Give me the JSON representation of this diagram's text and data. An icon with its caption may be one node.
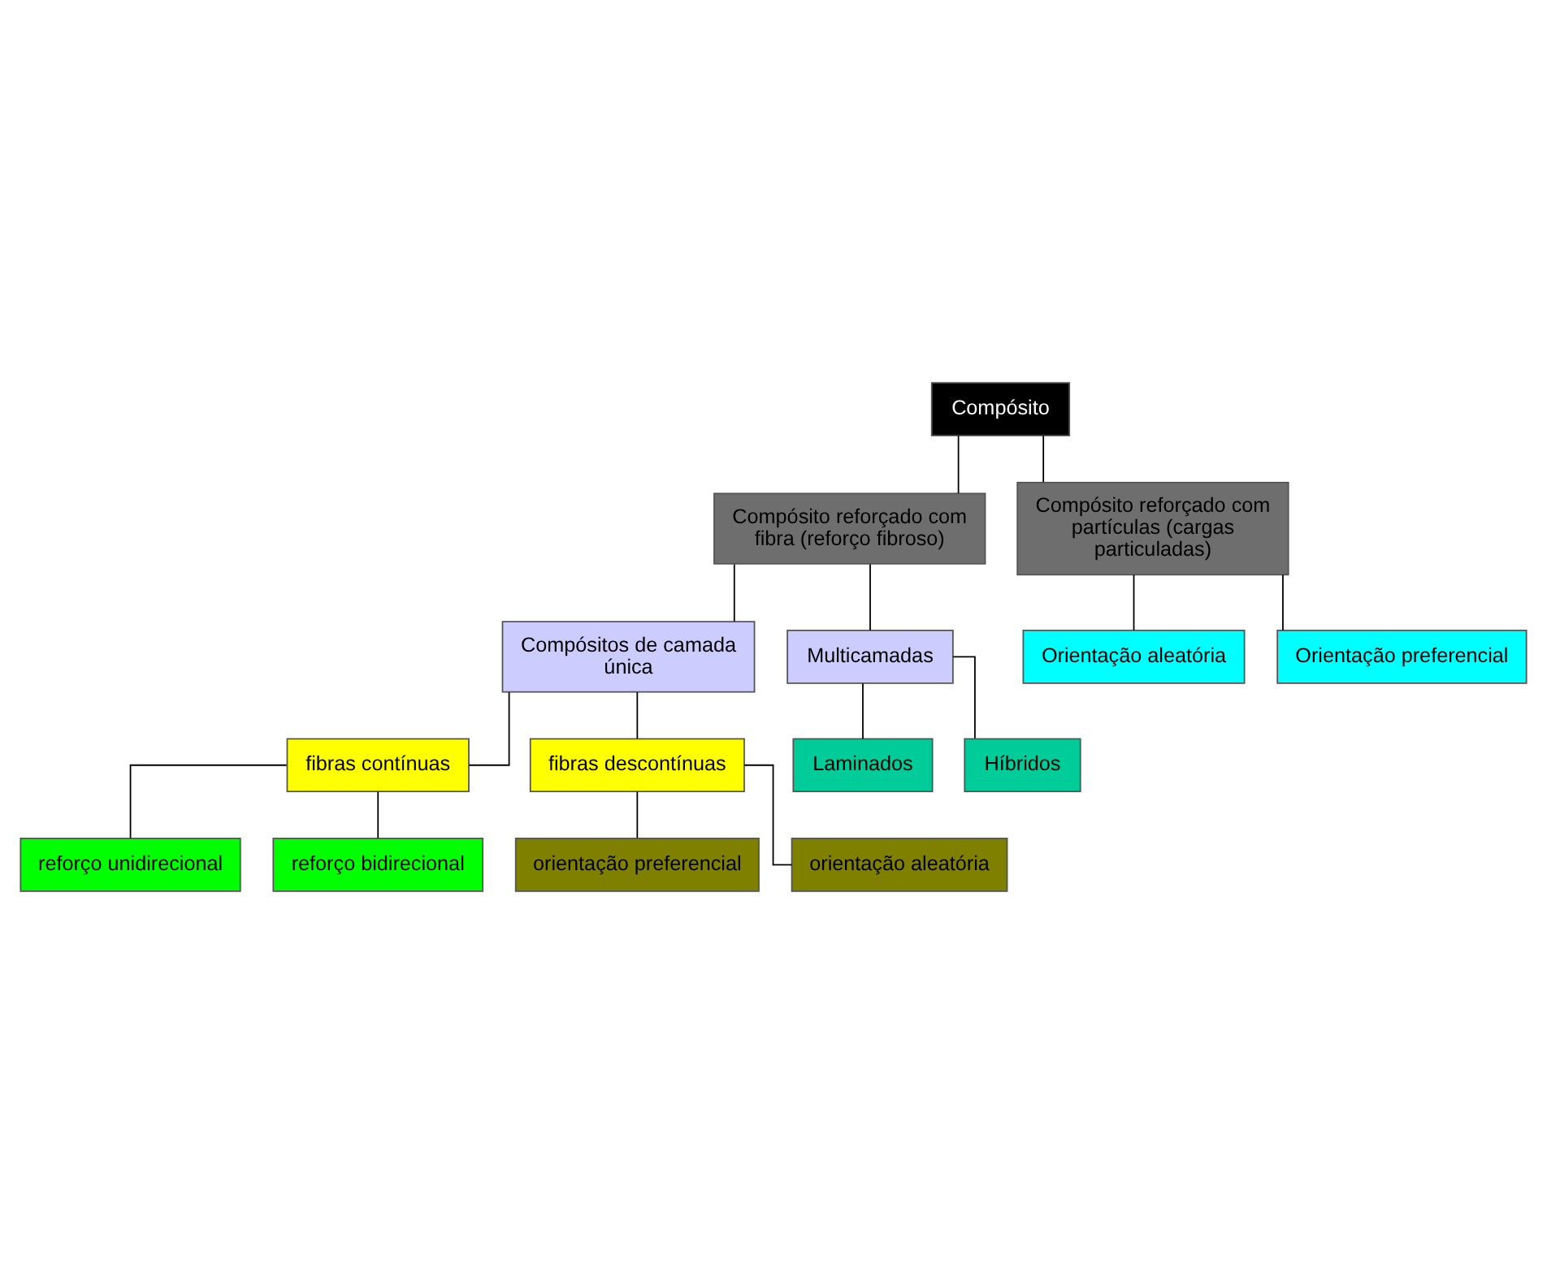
{
  "diagram": {
    "nodes": [
      {
        "text": [
          "Compósito"
        ]
      },
      {
        "text": [
          "Compósito reforçado com fibra (reforço fibroso)"
        ]
      },
      {
        "text": [
          "Compósito reforçado com partículas (cargas particuladas)"
        ]
      },
      {
        "text": [
          "Compósitos de camada única"
        ]
      },
      {
        "text": [
          "Multicamadas"
        ]
      },
      {
        "text": [
          "Orientação aleatória"
        ]
      },
      {
        "text": [
          "Orientação preferencial"
        ]
      },
      {
        "text": [
          "fibras contínuas"
        ]
      },
      {
        "text": [
          "fibras descontínuas"
        ]
      },
      {
        "text": [
          "Laminados"
        ]
      },
      {
        "text": [
          "Híbridos"
        ]
      },
      {
        "text": [
          "reforço unidirecional"
        ]
      },
      {
        "text": [
          "reforço bidirecional"
        ]
      },
      {
        "text": [
          "orientação preferencial"
        ]
      },
      {
        "text": [
          "orientação aleatória"
        ]
      }
    ],
    "edges": [
      {
        "from": 0,
        "to": 1,
        "arrow": "none"
      },
      {
        "from": 0,
        "to": 2,
        "arrow": "none"
      },
      {
        "from": 1,
        "to": 3,
        "arrow": "none"
      },
      {
        "from": 1,
        "to": 4,
        "arrow": "none"
      },
      {
        "from": 2,
        "to": 5,
        "arrow": "none"
      },
      {
        "from": 2,
        "to": 6,
        "arrow": "none"
      },
      {
        "from": 3,
        "to": 7,
        "arrow": "none"
      },
      {
        "from": 3,
        "to": 8,
        "arrow": "none"
      },
      {
        "from": 4,
        "to": 9,
        "arrow": "none"
      },
      {
        "from": 4,
        "to": 10,
        "arrow": "none"
      },
      {
        "from": 7,
        "to": 11,
        "arrow": "none"
      },
      {
        "from": 7,
        "to": 12,
        "arrow": "none"
      },
      {
        "from": 8,
        "to": 13,
        "arrow": "none"
      },
      {
        "from": 8,
        "to": 14,
        "arrow": "none"
      }
    ]
  }
}
